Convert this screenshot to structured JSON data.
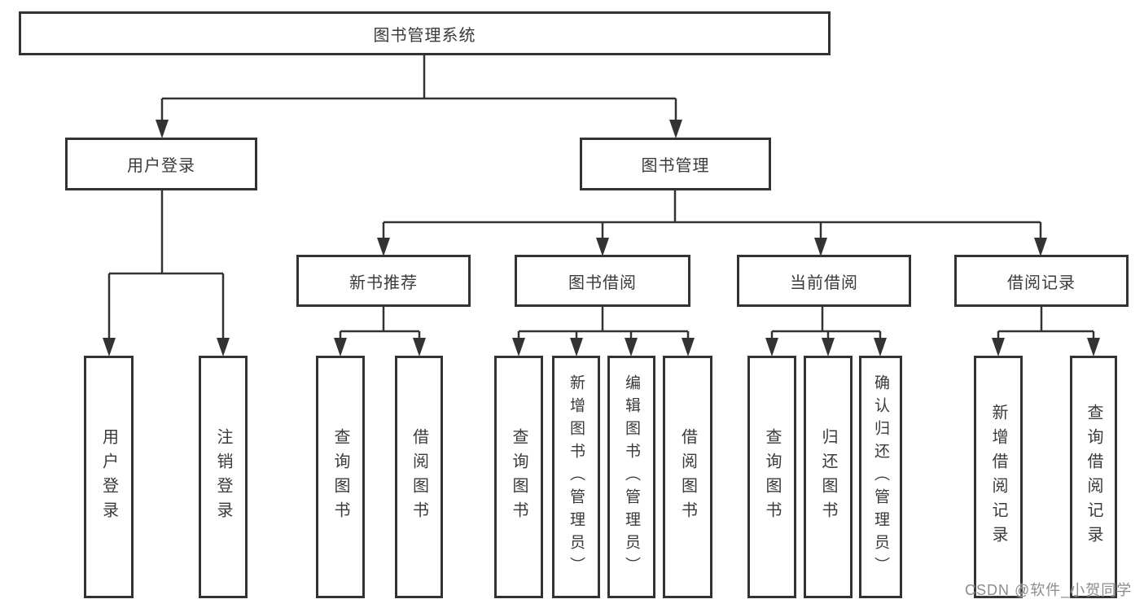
{
  "nodes": {
    "root": "图书管理系统",
    "user_login": "用户登录",
    "book_mgmt": "图书管理",
    "new_rec": "新书推荐",
    "book_borrow": "图书借阅",
    "current_borrow": "当前借阅",
    "borrow_records": "借阅记录",
    "leaf_user_login": "用户登录",
    "leaf_logout": "注销登录",
    "leaf_nr_query": "查询图书",
    "leaf_nr_borrow": "借阅图书",
    "leaf_bb_query": "查询图书",
    "leaf_bb_add": "新增图书（管理员）",
    "leaf_bb_edit": "编辑图书（管理员）",
    "leaf_bb_borrow": "借阅图书",
    "leaf_cb_query": "查询图书",
    "leaf_cb_return": "归还图书",
    "leaf_cb_confirm": "确认归还（管理员）",
    "leaf_br_add": "新增借阅记录",
    "leaf_br_query": "查询借阅记录"
  },
  "hierarchy": {
    "图书管理系统": {
      "用户登录": [
        "用户登录",
        "注销登录"
      ],
      "图书管理": {
        "新书推荐": [
          "查询图书",
          "借阅图书"
        ],
        "图书借阅": [
          "查询图书",
          "新增图书（管理员）",
          "编辑图书（管理员）",
          "借阅图书"
        ],
        "当前借阅": [
          "查询图书",
          "归还图书",
          "确认归还（管理员）"
        ],
        "借阅记录": [
          "新增借阅记录",
          "查询借阅记录"
        ]
      }
    }
  },
  "watermark": "CSDN @软件_小贺同学",
  "colors": {
    "line": "#333333",
    "box_border": "#333333",
    "box_fill": "#ffffff",
    "text": "#3a3a3a",
    "watermark": "#8c8c8c",
    "background": "#ffffff"
  }
}
